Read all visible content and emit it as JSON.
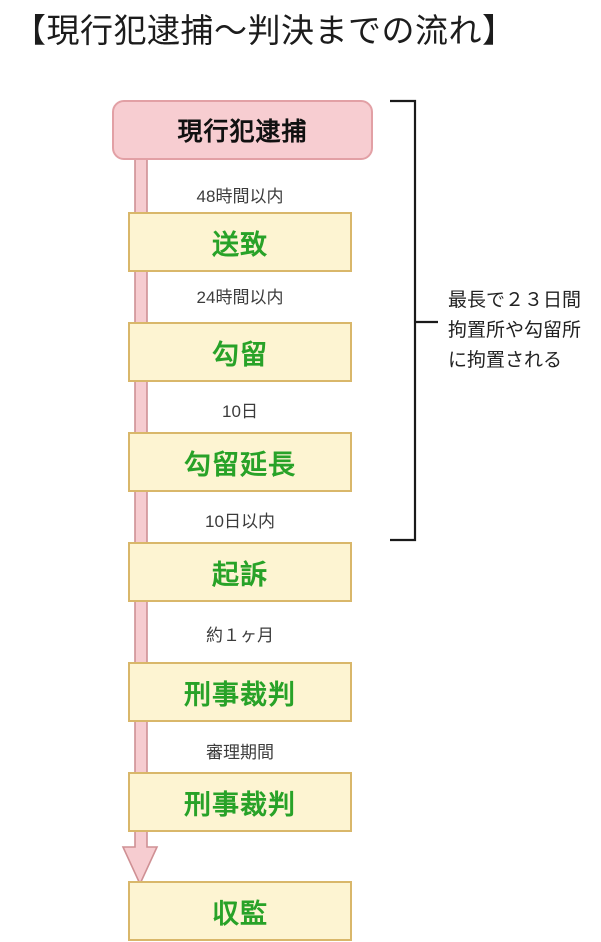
{
  "title": "【現行犯逮捕～判決までの流れ】",
  "flow": {
    "nodes": [
      {
        "label": "現行犯逮捕"
      },
      {
        "label": "送致"
      },
      {
        "label": "勾留"
      },
      {
        "label": "勾留延長"
      },
      {
        "label": "起訴"
      },
      {
        "label": "刑事裁判"
      },
      {
        "label": "刑事裁判"
      },
      {
        "label": "収監"
      }
    ],
    "edge_labels": [
      "48時間以内",
      "24時間以内",
      "10日",
      "10日以内",
      "約１ヶ月",
      "審理期間"
    ]
  },
  "bracket_note": {
    "lines": [
      "最長で２３日間",
      "拘置所や勾留所",
      "に拘置される"
    ]
  },
  "colors": {
    "start_node_fill": "#f7cdd1",
    "start_node_border": "#e2a0a5",
    "node_fill": "#fdf4d2",
    "node_border": "#d9b76a",
    "node_text_green": "#28a228",
    "arrow_fill": "#f6ccd0",
    "arrow_stroke": "#cf9094",
    "bracket_stroke": "#1a1a1a"
  }
}
